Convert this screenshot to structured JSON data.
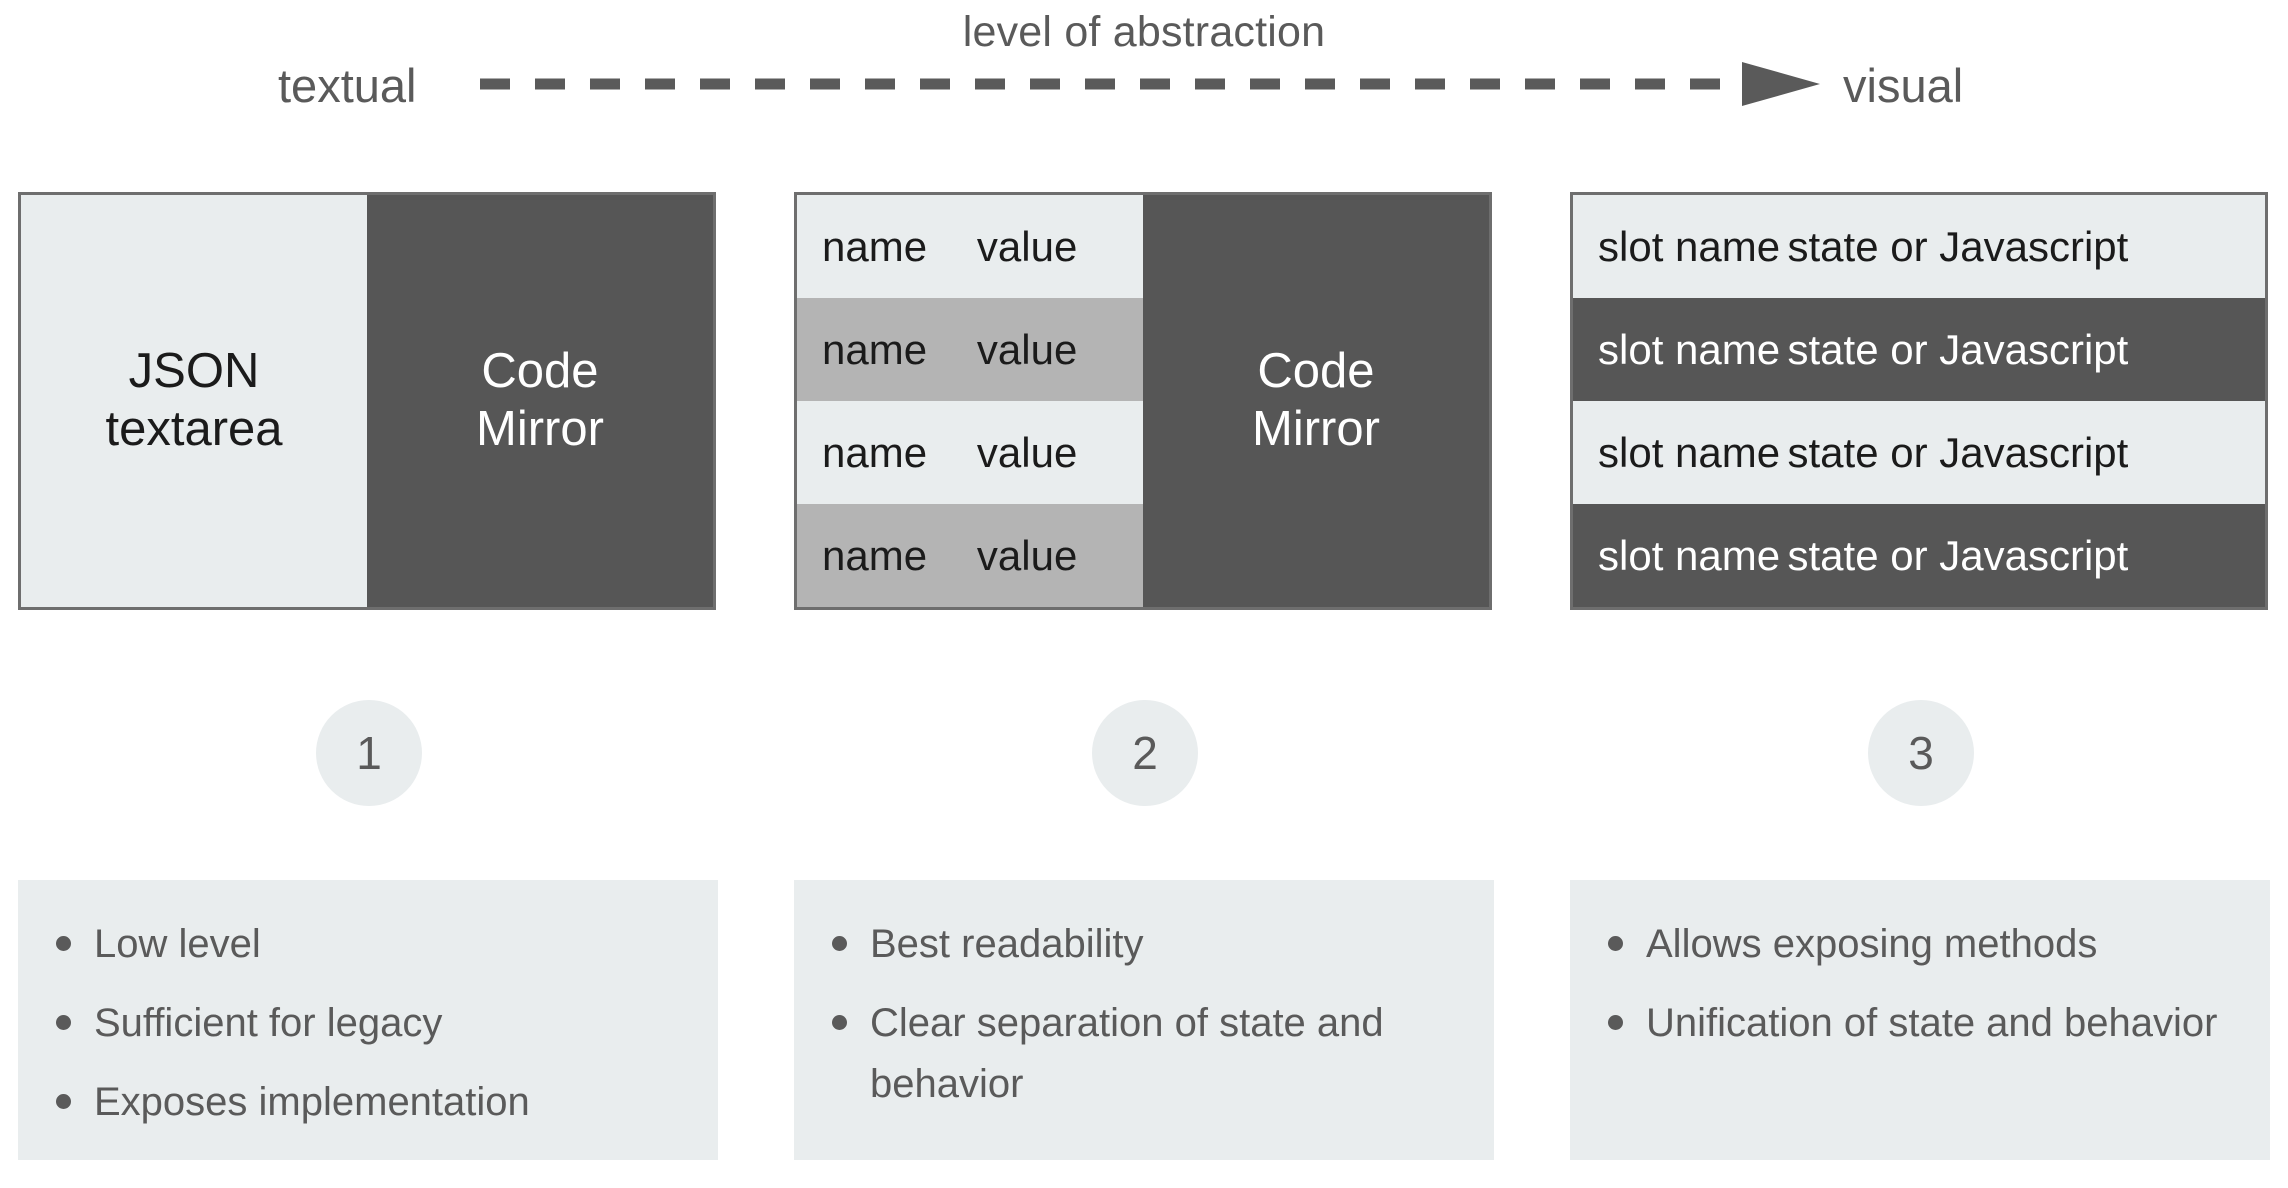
{
  "axis": {
    "caption": "level of abstraction",
    "left_label": "textual",
    "right_label": "visual",
    "arrow_icon": "dashed-arrow-right-icon",
    "arrow_style": "dashed",
    "arrow_color": "#5a5a5a"
  },
  "colors": {
    "light": "#e9edee",
    "mid": "#b4b4b4",
    "dark": "#565656",
    "border": "#6e6e6e",
    "text_gray": "#5a5a5a",
    "text_dark": "#1b1b1b",
    "text_light": "#ffffff",
    "background": "#ffffff"
  },
  "columns": [
    {
      "index": "1",
      "panel": {
        "kind": "split",
        "bordered": true,
        "left": {
          "label": "JSON\ntextarea",
          "line1": "JSON",
          "line2": "textarea",
          "tone": "light"
        },
        "right": {
          "label": "Code\nMirror",
          "line1": "Code",
          "line2": "Mirror",
          "tone": "dark"
        }
      },
      "notes": [
        "Low level",
        "Sufficient for legacy",
        "Exposes implementation"
      ]
    },
    {
      "index": "2",
      "panel": {
        "kind": "table-split",
        "bordered": true,
        "rows": [
          {
            "name": "name",
            "value": "value",
            "tone": "light"
          },
          {
            "name": "name",
            "value": "value",
            "tone": "mid"
          },
          {
            "name": "name",
            "value": "value",
            "tone": "light"
          },
          {
            "name": "name",
            "value": "value",
            "tone": "mid"
          }
        ],
        "right": {
          "line1": "Code",
          "line2": "Mirror",
          "tone": "dark"
        }
      },
      "notes": [
        "Best readability",
        "Clear separation of state and behavior"
      ]
    },
    {
      "index": "3",
      "panel": {
        "kind": "table-full",
        "bordered": true,
        "rows": [
          {
            "name": "slot name",
            "value": "state or Javascript",
            "tone": "light"
          },
          {
            "name": "slot name",
            "value": "state or Javascript",
            "tone": "dark"
          },
          {
            "name": "slot name",
            "value": "state or Javascript",
            "tone": "light"
          },
          {
            "name": "slot name",
            "value": "state or Javascript",
            "tone": "dark"
          }
        ]
      },
      "notes": [
        "Allows exposing methods",
        "Unification of state and behavior"
      ]
    }
  ]
}
